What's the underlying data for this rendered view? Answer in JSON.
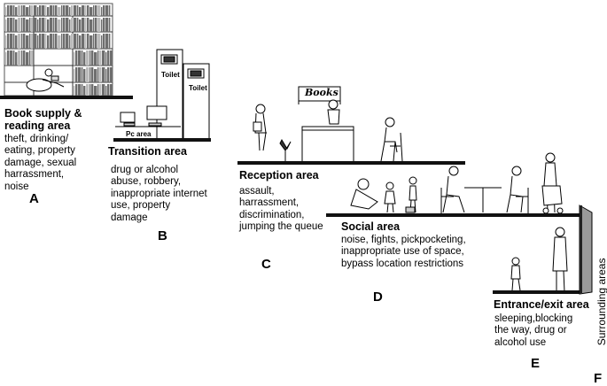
{
  "areas": {
    "a": {
      "letter": "A",
      "title_line1": "Book supply &",
      "title_line2": "reading area",
      "body": [
        "theft, drinking/",
        "eating, property",
        "damage, sexual",
        "harrassment,",
        "noise"
      ]
    },
    "b": {
      "letter": "B",
      "title": "Transition area",
      "body": [
        "drug or alcohol",
        "abuse, robbery,",
        "inappropriate internet",
        "use, property",
        "damage"
      ]
    },
    "c": {
      "letter": "C",
      "title": "Reception area",
      "body": [
        "assault,",
        "harrassment,",
        "discrimination,",
        "jumping the queue"
      ]
    },
    "d": {
      "letter": "D",
      "title": "Social area",
      "body": [
        "noise, fights, pickpocketing,",
        "inappropriate use of space,",
        "bypass location restrictions"
      ]
    },
    "e": {
      "letter": "E",
      "title": "Entrance/exit area",
      "body": [
        "sleeping,blocking",
        "the way, drug or",
        "alcohol use"
      ]
    },
    "f": {
      "letter": "F",
      "label": "Surrounding areas"
    }
  },
  "signs": {
    "toilet": "Toilet",
    "pc_area": "Pc area",
    "books": "Books"
  },
  "colors": {
    "line": "#000000",
    "platform": "#111111",
    "shelf_book": "#6e6e6e",
    "wall_panel": "#9a9a9a"
  },
  "icons": [
    "bookshelf-icon",
    "toilet-door-icon",
    "computer-icon",
    "person-icon",
    "plant-icon",
    "table-icon",
    "chair-icon",
    "stroller-icon",
    "wall-panel-icon"
  ]
}
